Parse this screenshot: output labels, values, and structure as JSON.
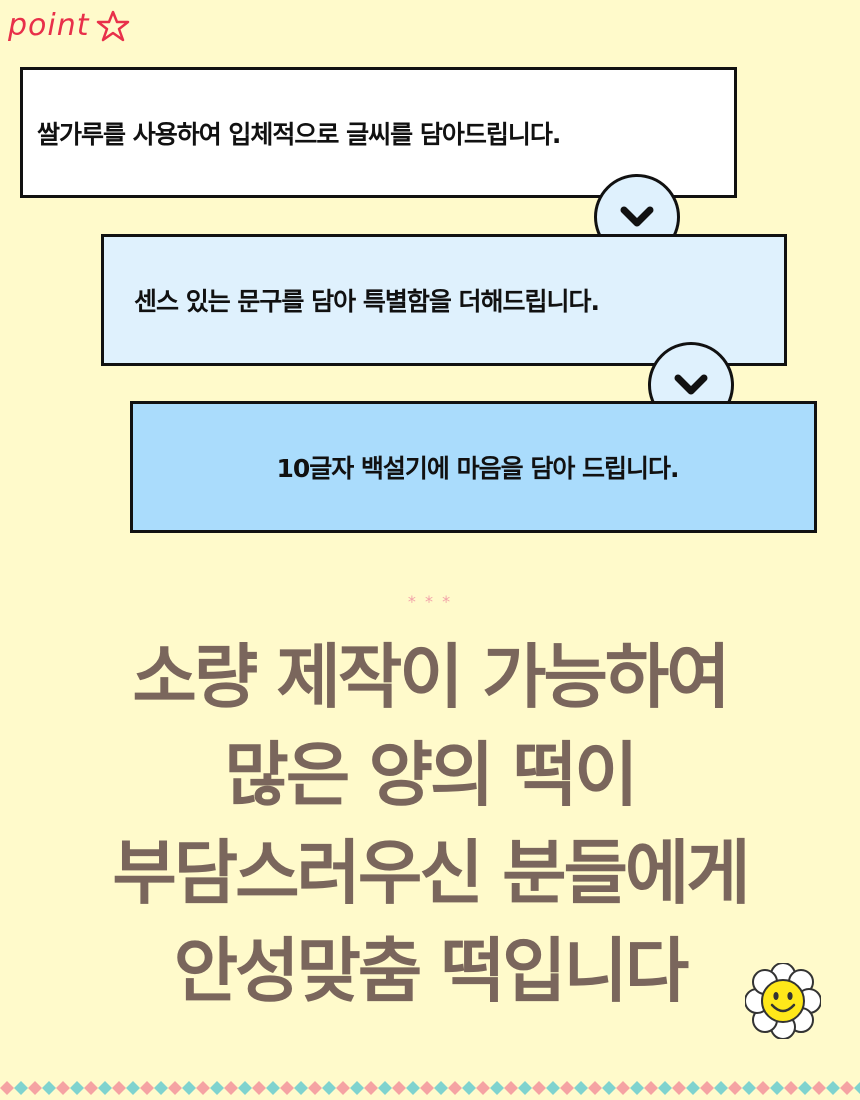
{
  "point_label": "point",
  "steps": [
    {
      "text": "쌀가루를 사용하여 입체적으로 글씨를 담아드립니다."
    },
    {
      "text": "센스 있는 문구를 담아 특별함을 더해드립니다."
    },
    {
      "text": "10글자 백설기에 마음을 담아 드립니다."
    }
  ],
  "divider_stars": "* * *",
  "headline": {
    "line1": "소량 제작이 가능하여",
    "line2": "많은 양의 떡이",
    "line3": "부담스러우신 분들에게",
    "line4": "안성맞춤 떡입니다"
  },
  "colors": {
    "background": "#fffacb",
    "box1": "#ffffff",
    "box2": "#dff1fd",
    "box3": "#aadcfc",
    "headline": "#7a665c",
    "point_label": "#e8304a",
    "diamond_pink": "#f5a3a3",
    "diamond_teal": "#7fd3cf"
  },
  "icons": [
    "star-icon",
    "chevron-down-icon",
    "smiley-flower-icon"
  ]
}
